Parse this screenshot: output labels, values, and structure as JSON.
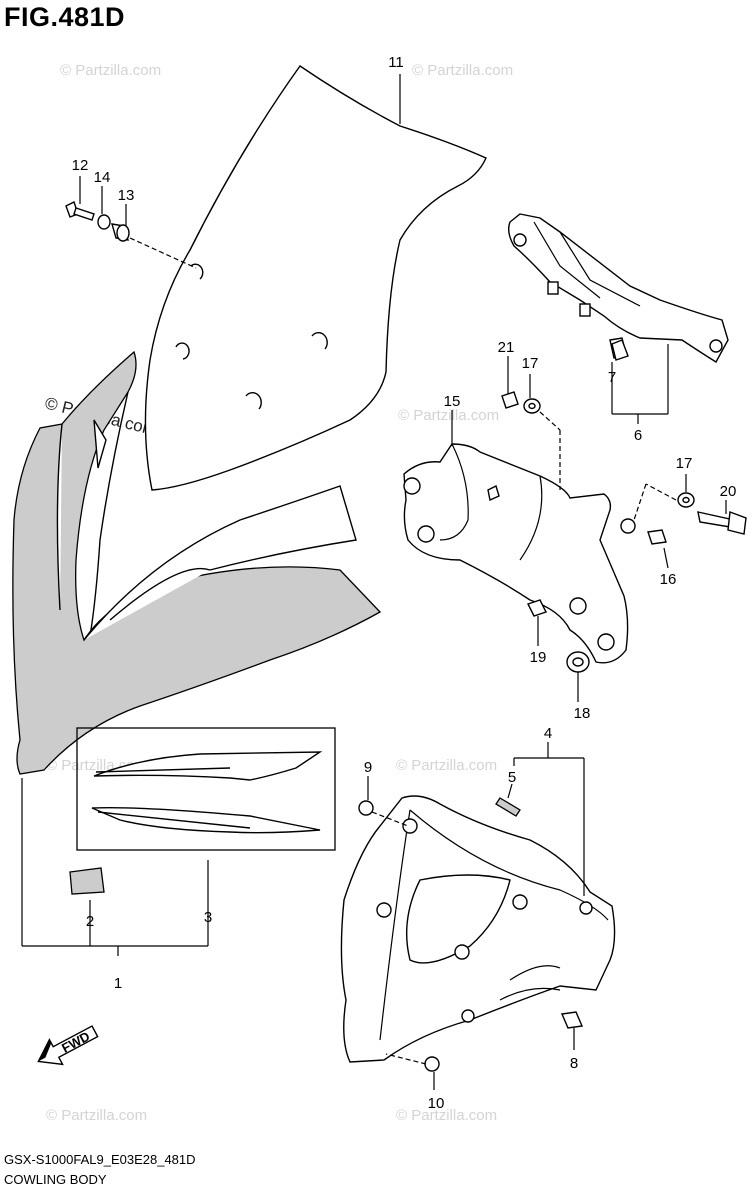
{
  "figure": {
    "title": "FIG.481D",
    "model_code": "GSX-S1000FAL9_E03E28_481D",
    "section_name": "COWLING BODY",
    "direction_label": "FWD"
  },
  "watermark": {
    "text": "© Partzilla.com",
    "emphasized_text": "© Partzilla.com"
  },
  "callouts": [
    "1",
    "2",
    "3",
    "4",
    "5",
    "6",
    "7",
    "8",
    "9",
    "10",
    "11",
    "12",
    "13",
    "14",
    "15",
    "16",
    "17",
    "17",
    "18",
    "19",
    "20",
    "21"
  ]
}
